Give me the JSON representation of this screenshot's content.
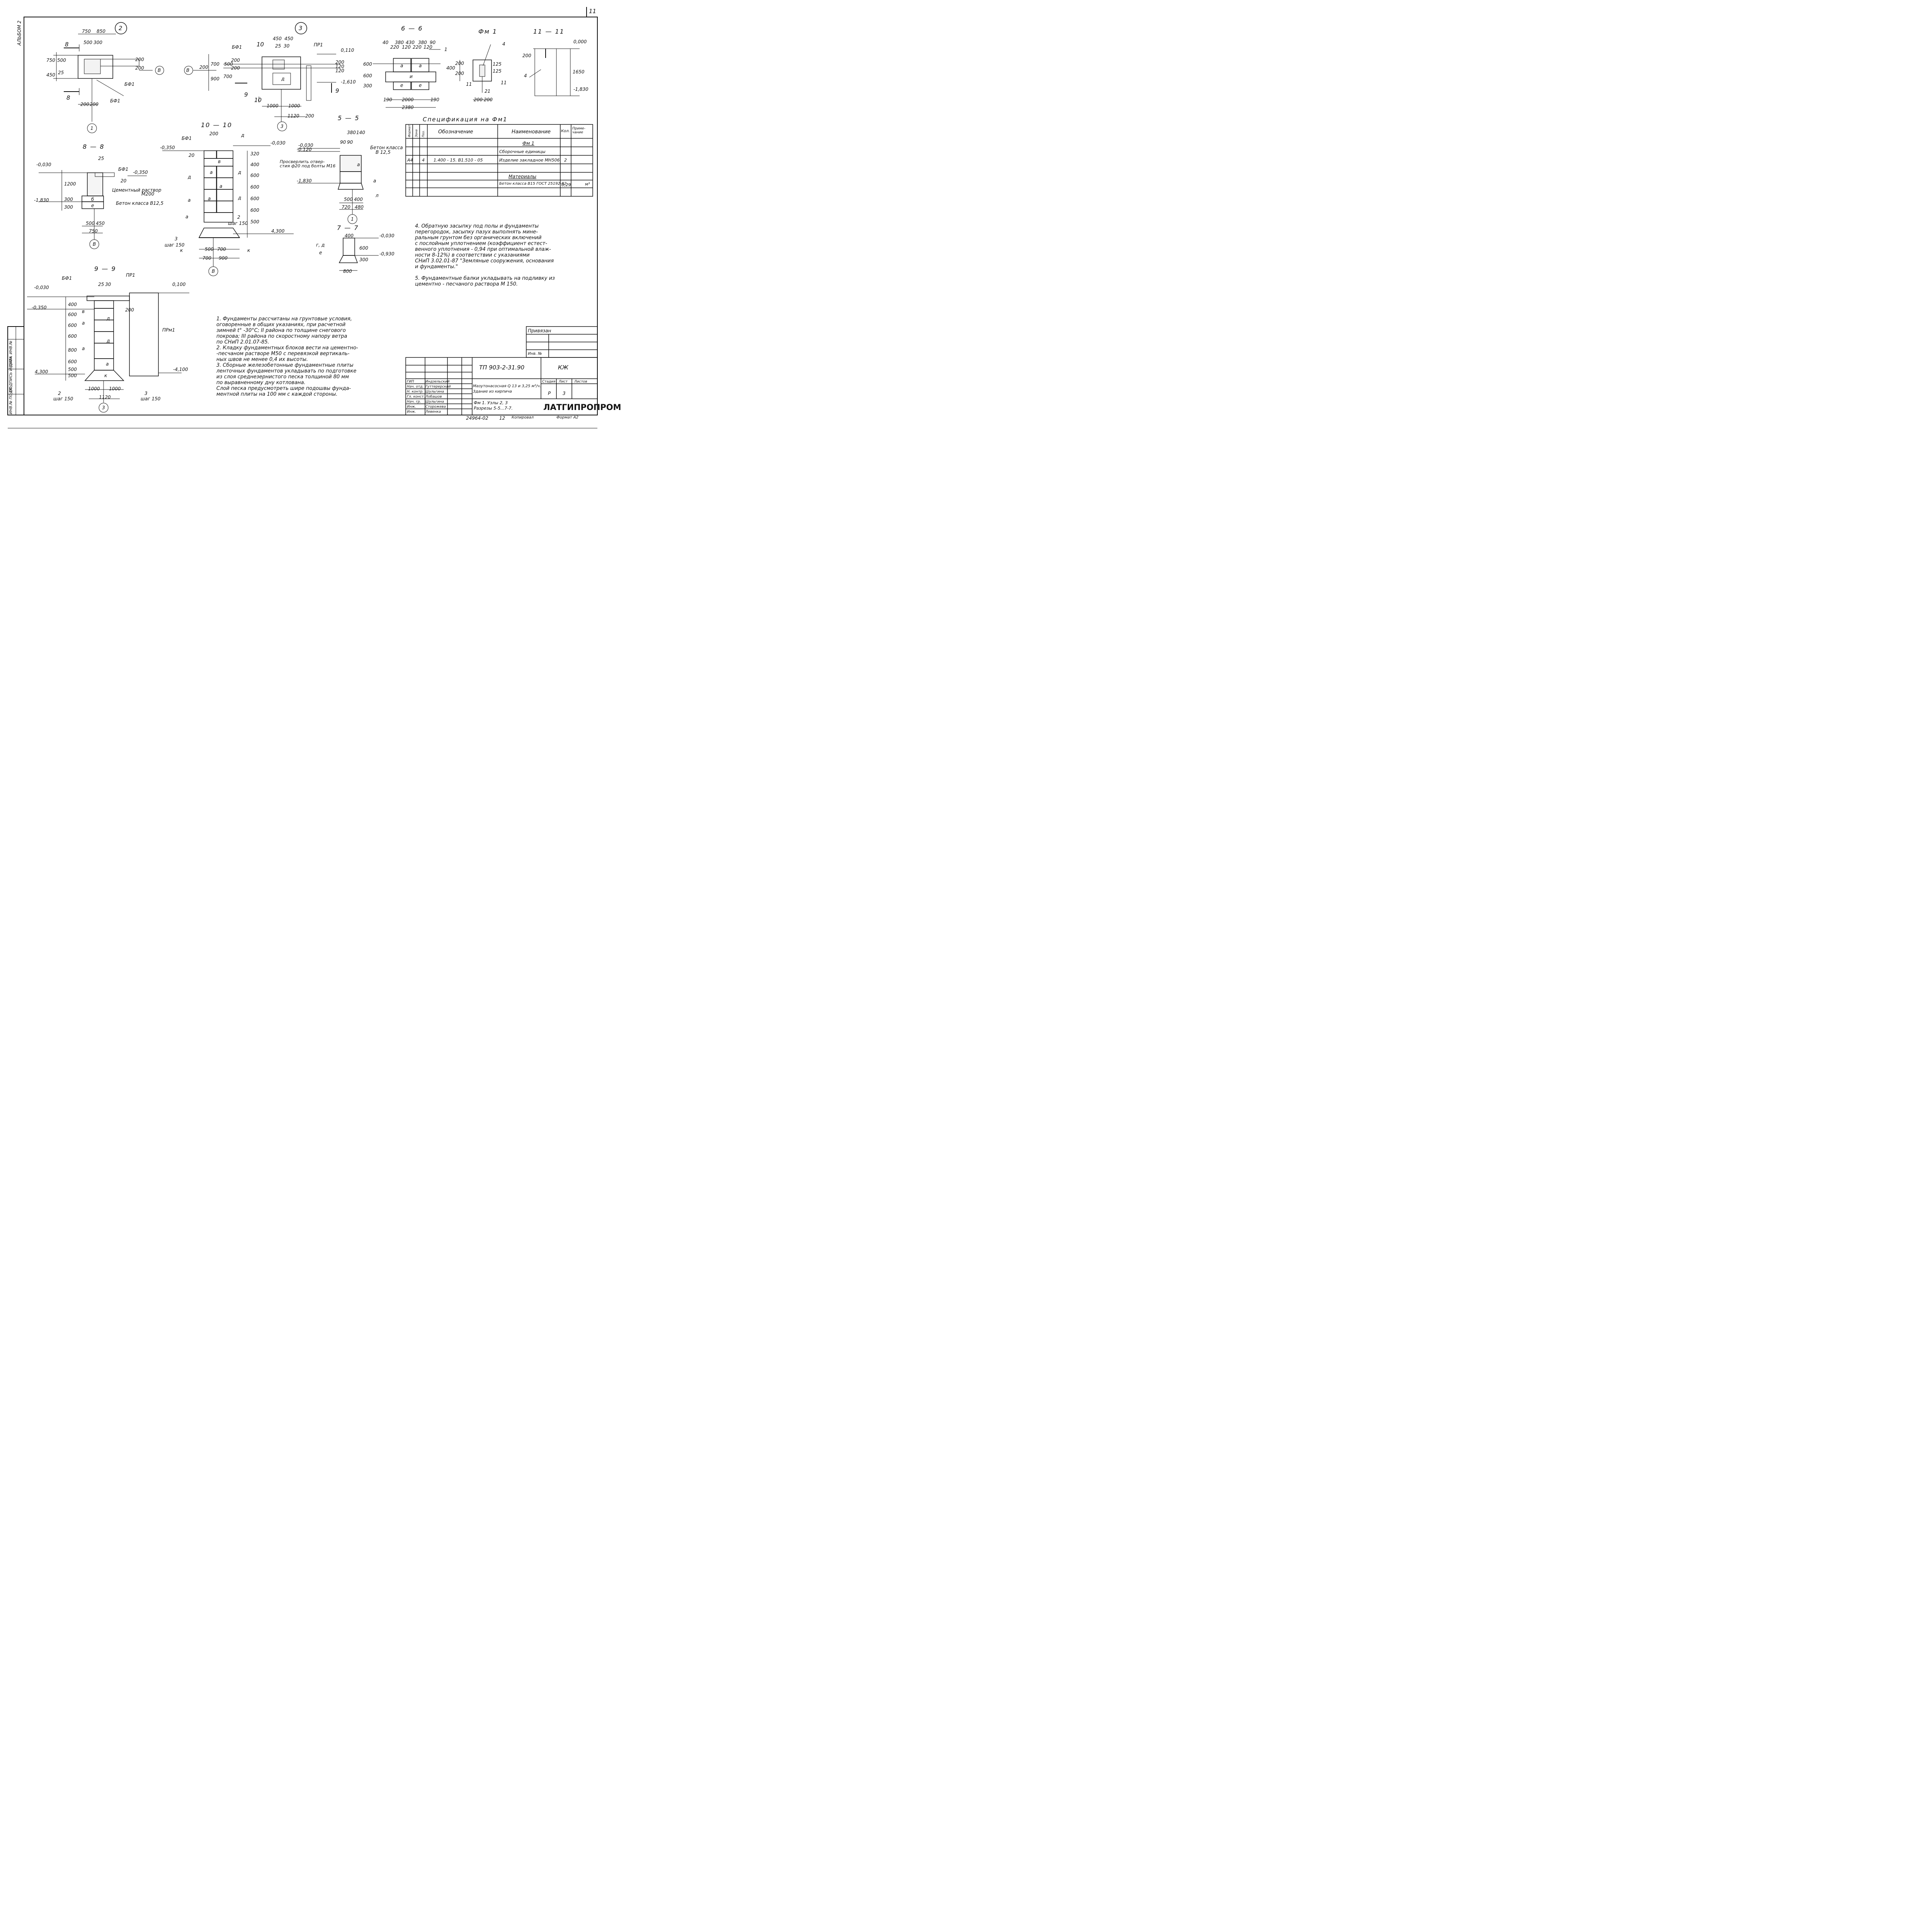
{
  "sheet": {
    "page_number": "11",
    "album": "АЛЬБОМ 2",
    "side_stamp": [
      "ИНВ.№ ПОДЛ",
      "ПОДПИСЬ И ДАТА",
      "ВЗАМ. ИНВ.№"
    ]
  },
  "views": {
    "node2": {
      "mark": "2",
      "dims_top": [
        "750",
        "850"
      ],
      "dims_inner": [
        "500",
        "300"
      ],
      "dims_left": [
        "750",
        "450",
        "500",
        "25"
      ],
      "dims_right": [
        "200",
        "200"
      ],
      "dims_bottom": [
        "200",
        "200"
      ],
      "labels": [
        "8",
        "8",
        "БФ1",
        "БФ1"
      ],
      "axis_a": "В",
      "axis_1": "1"
    },
    "node3": {
      "mark": "3",
      "dims_top": [
        "450",
        "450"
      ],
      "dims_inner": [
        "25",
        "30"
      ],
      "dims_left": [
        "200",
        "700",
        "500",
        "900",
        "200",
        "200",
        "700"
      ],
      "dims_right": [
        "200",
        "120",
        "120"
      ],
      "dims_bottom": [
        "1000",
        "1000",
        "1120",
        "200"
      ],
      "labels": [
        "БФ1",
        "10",
        "ПР1",
        "9",
        "9",
        "10",
        "д"
      ],
      "axis_a": "В",
      "axis_3": "3",
      "level_top": "0,110",
      "level_bot": "-1,610"
    },
    "section66": {
      "title": "6 — 6",
      "dims_top": [
        "40",
        "380",
        "430",
        "380",
        "90"
      ],
      "dims_top2": [
        "220",
        "120",
        "220",
        "120"
      ],
      "dims_left": [
        "600",
        "600",
        "300"
      ],
      "dims_bottom": [
        "190",
        "2000",
        "190",
        "2380"
      ],
      "blocks": [
        "а",
        "а",
        "и",
        "е",
        "е"
      ],
      "ref": "1"
    },
    "fm1": {
      "title": "Фм 1",
      "dims_left": [
        "400",
        "200",
        "200"
      ],
      "dims_right": [
        "125",
        "125"
      ],
      "dims_bottom": [
        "200",
        "200"
      ],
      "dims_21": "21",
      "ref": "4",
      "cut": "11"
    },
    "section1111": {
      "title": "11 — 11",
      "level_top": "0,000",
      "level_bot": "-1,830",
      "dim_200": "200",
      "dim_1650": "1650",
      "ref": "4"
    },
    "section88": {
      "title": "8 — 8",
      "levels": [
        "-0,030",
        "-0,350",
        "-1,830"
      ],
      "dims": [
        "25",
        "20",
        "1200",
        "300",
        "300"
      ],
      "dims_bottom": [
        "500",
        "450",
        "750"
      ],
      "labels": [
        "БФ1",
        "Цементный раствор",
        "М200",
        "Бетон класса В12,5",
        "б",
        "е"
      ],
      "axis": "В"
    },
    "section1010": {
      "title": "10 — 10",
      "dim_top": "200",
      "levels": [
        "-0,350",
        "-0,030",
        "4,300"
      ],
      "dims_right": [
        "320",
        "400",
        "600",
        "600",
        "600",
        "600",
        "500"
      ],
      "labels": [
        "БФ1",
        "д",
        "д",
        "д",
        "д",
        "а",
        "в",
        "а",
        "а",
        "а",
        "а",
        "2",
        "шаг 150",
        "3",
        "шаг 150",
        "к",
        "к"
      ],
      "dims_bottom": [
        "500",
        "700",
        "700",
        "900"
      ],
      "axis": "В",
      "dim_20": "20"
    },
    "section55": {
      "title": "5 — 5",
      "dims_top": [
        "380",
        "140",
        "90",
        "90"
      ],
      "levels": [
        "-0,030",
        "-0,120",
        "-1,830"
      ],
      "labels": [
        "Бетон класса",
        "В 12,5",
        "а",
        "а",
        "л"
      ],
      "note": [
        "Просверлить отвер-",
        "стия ф20 под болты М16"
      ],
      "dims_bottom": [
        "500",
        "400",
        "720",
        "480"
      ],
      "axis": "1"
    },
    "section77": {
      "title": "7 — 7",
      "dim_top": "400",
      "levels": [
        "-0,030",
        "-0,930"
      ],
      "dims": [
        "600",
        "300"
      ],
      "labels": [
        "г, д",
        "е"
      ],
      "dim_bottom": "800"
    },
    "section99": {
      "title": "9 — 9",
      "labels": [
        "БФ1",
        "ПР1",
        "ПРм1",
        "в",
        "а",
        "а",
        "д",
        "д",
        "а",
        "к",
        "2",
        "шаг 150",
        "3",
        "шаг 150"
      ],
      "dims_top": [
        "25",
        "30"
      ],
      "levels": [
        "-0,030",
        "-0,350",
        "0,100",
        "4,300",
        "-4,100"
      ],
      "dims_left": [
        "400",
        "600",
        "600",
        "600",
        "800",
        "600",
        "500",
        "500"
      ],
      "dims_bottom": [
        "1000",
        "1000",
        "1120"
      ],
      "dim_200": "200",
      "axis": "3"
    }
  },
  "spec": {
    "title": "Спецификация на Фм1",
    "headers": [
      "Формат",
      "Зона",
      "Поз.",
      "Обозначение",
      "Наименование",
      "Кол.",
      "Приме-чание"
    ],
    "rows": [
      {
        "fmt": "",
        "zone": "",
        "pos": "",
        "code": "",
        "name": "Фм 1",
        "qty": "",
        "note": ""
      },
      {
        "fmt": "",
        "zone": "",
        "pos": "",
        "code": "",
        "name": "Сборочные единицы",
        "qty": "",
        "note": ""
      },
      {
        "fmt": "А4",
        "zone": "",
        "pos": "4",
        "code": "1.400 - 15. В1.510 - 05",
        "name": "Изделие закладное      МН506",
        "qty": "2",
        "note": ""
      },
      {
        "fmt": "",
        "zone": "",
        "pos": "",
        "code": "",
        "name": "",
        "qty": "",
        "note": ""
      },
      {
        "fmt": "",
        "zone": "",
        "pos": "",
        "code": "",
        "name": "Материалы",
        "qty": "",
        "note": ""
      },
      {
        "fmt": "",
        "zone": "",
        "pos": "",
        "code": "",
        "name": "Бетон класса В15 ГОСТ 25192-82",
        "qty": "0,29",
        "note": "м³"
      }
    ]
  },
  "notes_right": [
    "4. Обратную засыпку под полы и фундаменты",
    "   перегородок, засыпку пазух выполнять мине-",
    "   ральным грунтом без органических включений",
    "   с послойным уплотнением (коэффициент естест-",
    "   венного уплотнения - 0,94 при оптимальной влаж-",
    "   ности 8-12%) в соответствии с указаниями",
    "   СНиП 3.02.01-87 \"Земляные сооружения, основания",
    "   и фундаменты.\"",
    "",
    "5. Фундаментные балки укладывать на подливку из",
    "   цементно - песчаного раствора М 150."
  ],
  "notes_center": [
    "1. Фундаменты рассчитаны на грунтовые условия,",
    "   оговоренные в общих указаниях, при расчетной",
    "   зимней t° -30°С; II района по толщине снегового",
    "   покрова; III района по скоростному напору ветра",
    "   по СНиП 2.01.07-85.",
    "2. Кладку фундаментных блоков вести на цементно-",
    "   -песчаном растворе М50 с перевязкой вертикаль-",
    "   ных швов не менее 0,4 их высоты.",
    "3. Сборные железобетонные фундаментные плиты",
    "   ленточных фундаментов укладывать по подготовке",
    "   из слоя среднезернистого песка толщиной 80 мм",
    "   по выравненному дну котлована.",
    "   Слой песка предусмотреть шире подошвы фунда-",
    "   ментной плиты на 100 мм с каждой стороны."
  ],
  "stamp": {
    "privyazan": "Привязан",
    "inv_no": "Инв. №",
    "doc_code": "ТП 903-2-31.90",
    "mark": "КЖ",
    "object": "Мазутонасосная Q 13 и 3,25 м³/ч.",
    "object2": "Здание из кирпича",
    "sheet_title": "Фм 1. Узлы 2, 3",
    "sheet_title2": "Разрезы 5-5...7-7.",
    "stage_label": "Стадия",
    "sheet_label": "Лист",
    "sheets_label": "Листов",
    "stage": "Р",
    "sheet": "3",
    "org": "ЛАТГИПРОПРОМ",
    "roles": [
      "ГИП",
      "Нач. отд.",
      "Н. контр.",
      "Гл. конст.",
      "Нач. гр.",
      "Инж.",
      "Инж."
    ],
    "names": [
      "Индзельский",
      "Гуттерерский",
      "Шульгина",
      "Лобашов",
      "Шульгина",
      "Сторожева",
      "Левенка"
    ],
    "footer_no": "24964-02",
    "footer_12": "12",
    "copied": "Копировал",
    "format": "Формат А2"
  }
}
